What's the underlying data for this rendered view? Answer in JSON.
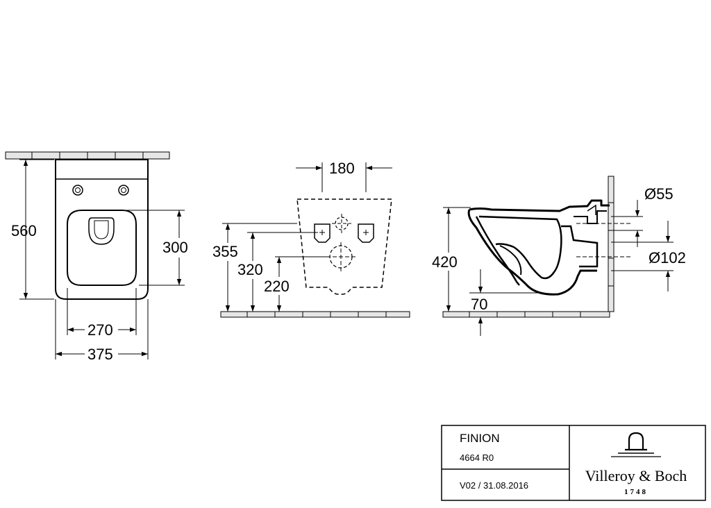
{
  "dimensions": {
    "top_view": {
      "length": "560",
      "inner_width": "270",
      "outer_width": "375",
      "inner_length": "300"
    },
    "back_view": {
      "bolt_spacing": "180",
      "height_355": "355",
      "height_320": "320",
      "height_220": "220"
    },
    "side_view": {
      "height": "420",
      "inlet_diameter": "Ø55",
      "outlet_diameter": "Ø102",
      "outlet_height": "70"
    }
  },
  "title_block": {
    "product_name": "FINION",
    "article_code": "4664 R0",
    "revision": "V02 / 31.08.2016",
    "brand": "Villeroy & Boch",
    "brand_year": "1748"
  },
  "colors": {
    "line": "#000000",
    "background": "#ffffff",
    "floor_fill": "#e6e6e6"
  },
  "icons": {
    "brand_logo": "faucet-arch-logo"
  }
}
